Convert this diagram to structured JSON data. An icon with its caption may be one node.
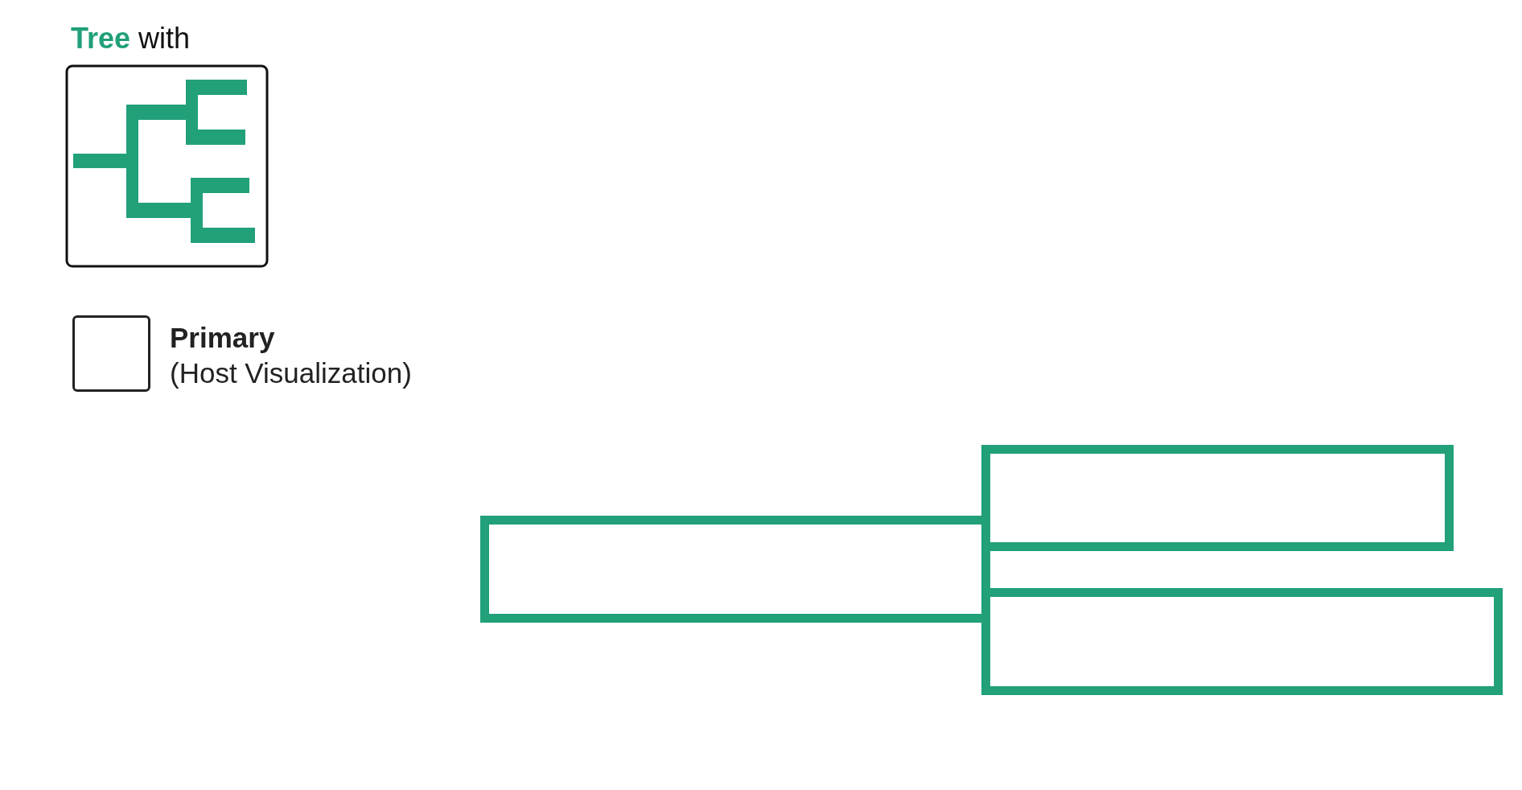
{
  "diagram": {
    "title": "**Tree** with",
    "nodes": [
      {
        "text": [],
        "shape": "box"
      },
      {
        "text": [],
        "shape": "box"
      },
      {
        "text": [],
        "shape": "box"
      }
    ],
    "legend": [
      {
        "text": "**Primary** (Host Visualization)"
      }
    ]
  }
}
